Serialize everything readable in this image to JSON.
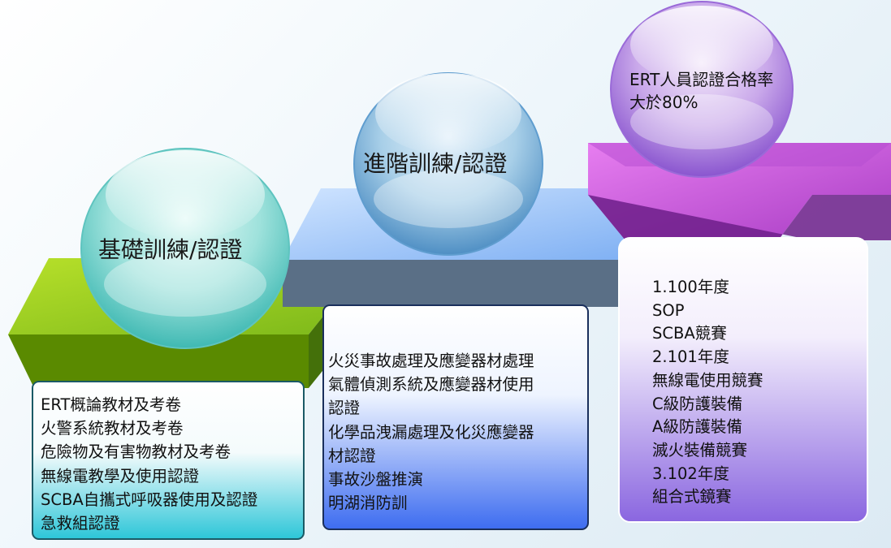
{
  "steps": [
    {
      "title": "基礎訓練/認證",
      "items": [
        "ERT概論教材及考卷",
        "火警系統教材及考卷",
        "危險物及有害物教材及考卷",
        "無線電教學及使用認證",
        "SCBA自攜式呼吸器使用及認證",
        "急救組認證"
      ]
    },
    {
      "title": "進階訓練/認證",
      "items": [
        "火災事故處理及應變器材處理",
        "氣體偵測系統及應變器材使用",
        "認證",
        "化學品洩漏處理及化災應變器",
        "材認證",
        "事故沙盤推演",
        "明湖消防訓"
      ]
    },
    {
      "title_lines": [
        "ERT人員認證合格率",
        "大於80%"
      ],
      "items": [
        "1.100年度",
        "SOP",
        "SCBA競賽",
        "2.101年度",
        "無線電使用競賽",
        "C級防護裝備",
        "A級防護裝備",
        "滅火裝備競賽",
        "3.102年度",
        "組合式鏡賽"
      ]
    }
  ]
}
